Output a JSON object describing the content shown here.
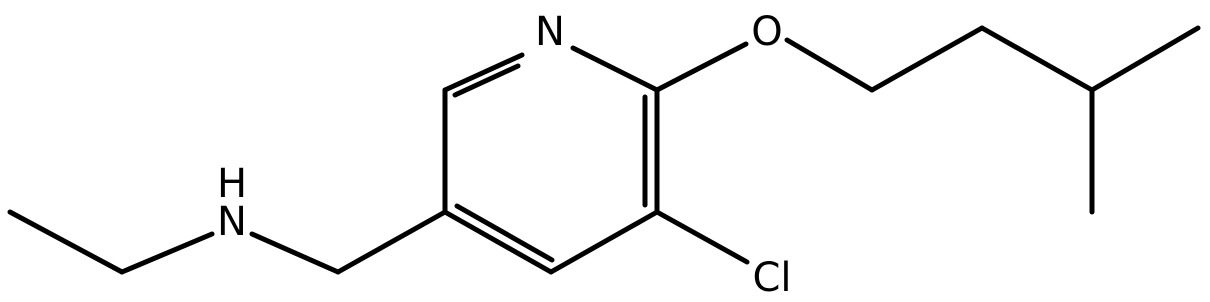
{
  "atoms": {
    "N_ring": "N",
    "O_ether": "O",
    "N_amine": "N",
    "H_amine": "H",
    "Cl": "Cl"
  }
}
